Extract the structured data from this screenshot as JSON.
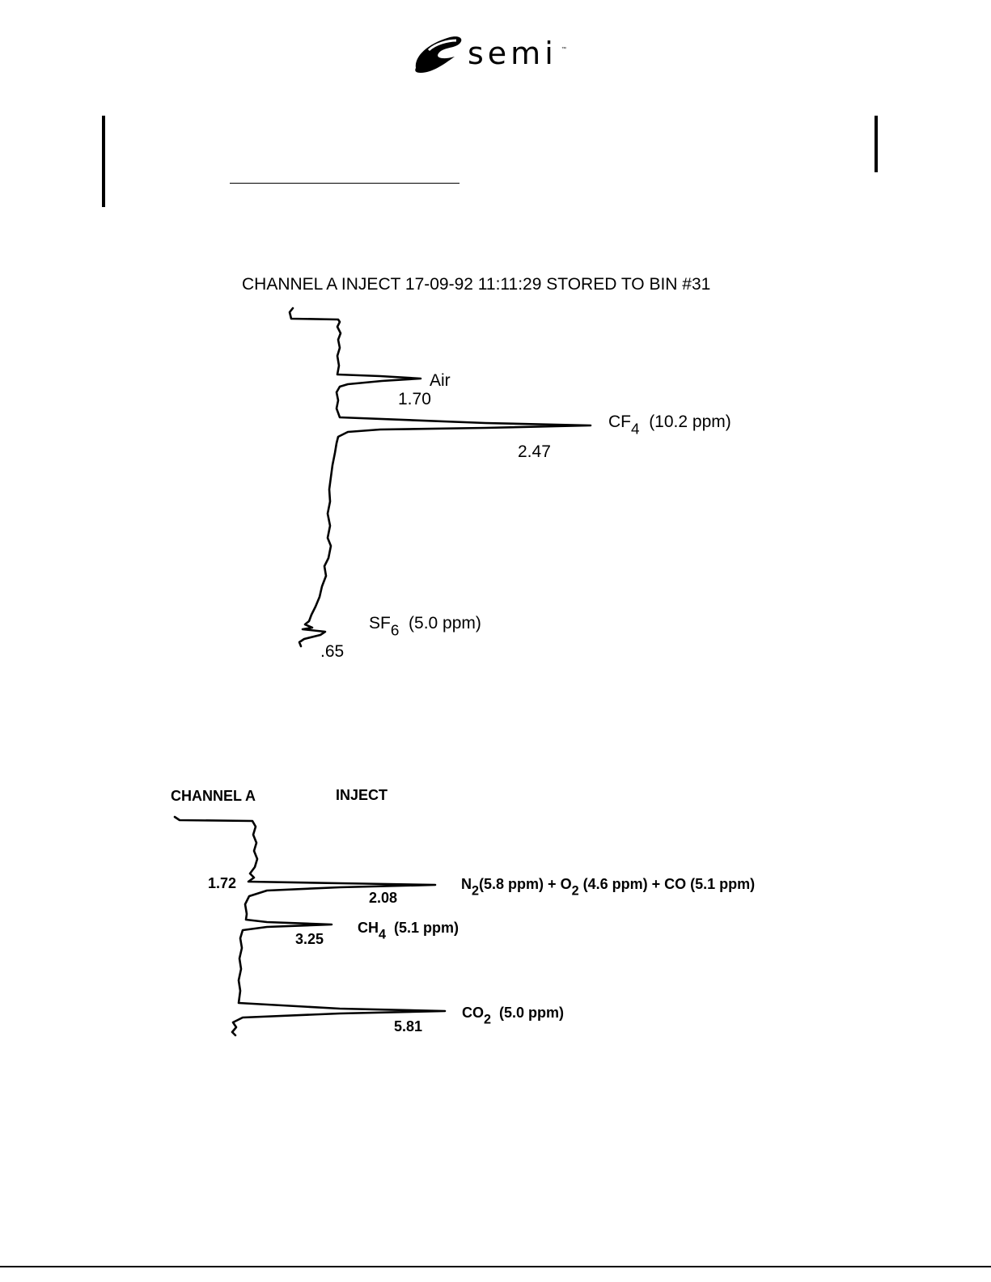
{
  "header": {
    "logo_text": "semi",
    "logo_tm": "™"
  },
  "chromatogram_1": {
    "title": "CHANNEL A INJECT 17-09-92 11:11:29 STORED TO BIN #31",
    "peaks": [
      {
        "name": "Air",
        "retention_time": "1.70"
      },
      {
        "name_base": "CF",
        "name_sub": "4",
        "concentration": "(10.2 ppm)",
        "retention_time": "2.47"
      },
      {
        "name_base": "SF",
        "name_sub": "6",
        "concentration": "(5.0 ppm)",
        "retention_time": ".65"
      }
    ]
  },
  "chromatogram_2": {
    "label_channel": "CHANNEL A",
    "label_inject": "INJECT",
    "start_time": "1.72",
    "peaks": [
      {
        "n2_base": "N",
        "n2_sub": "2",
        "n2_conc": "(5.8 ppm) +",
        "o2_base": "O",
        "o2_sub": "2",
        "o2_conc": "(4.6 ppm) + CO (5.1 ppm)",
        "retention_time": "2.08"
      },
      {
        "name_base": "CH",
        "name_sub": "4",
        "concentration": "(5.1 ppm)",
        "retention_time": "3.25"
      },
      {
        "name_base": "CO",
        "name_sub": "2",
        "concentration": "(5.0 ppm)",
        "retention_time": "5.81"
      }
    ]
  },
  "colors": {
    "ink": "#000000",
    "paper": "#ffffff"
  }
}
